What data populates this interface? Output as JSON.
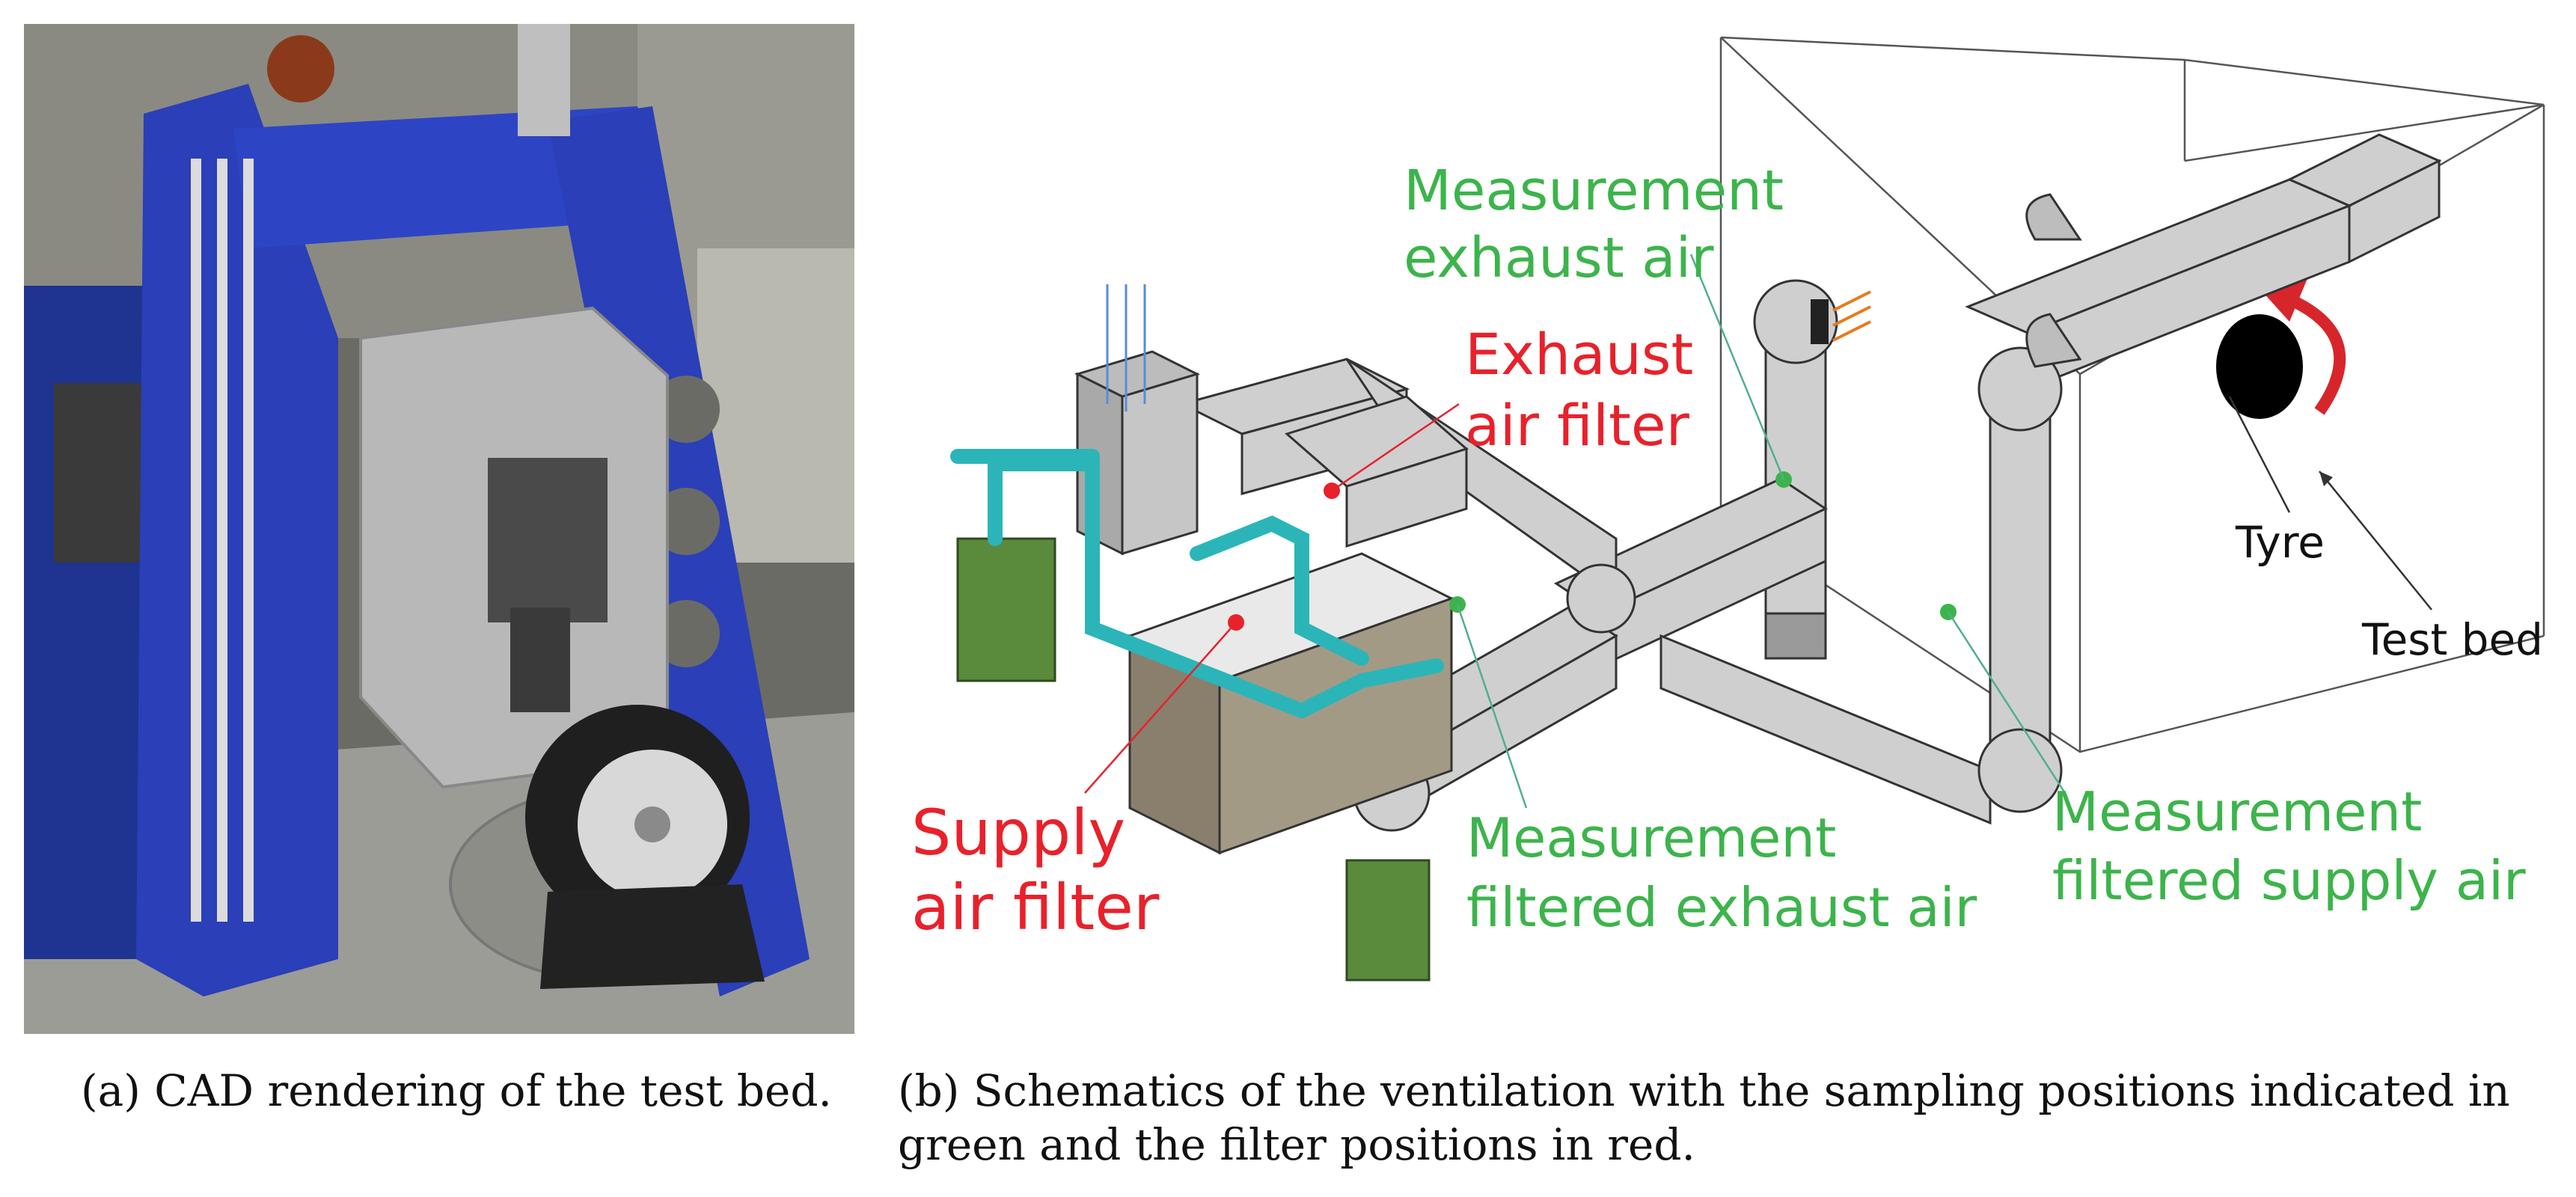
{
  "panel_a": {
    "caption": "(a)  CAD rendering of the test bed."
  },
  "panel_b": {
    "caption": "(b)  Schematics of the ventilation with the sampling positions indicated in green and the filter positions in red.",
    "labels": {
      "measurement_exhaust_line1": "Measurement",
      "measurement_exhaust_line2": "exhaust air",
      "exhaust_filter_line1": "Exhaust",
      "exhaust_filter_line2": "air filter",
      "tyre": "Tyre",
      "test_bed": "Test bed",
      "supply_filter_line1": "Supply",
      "supply_filter_line2": "air filter",
      "meas_filtered_exhaust_line1": "Measurement",
      "meas_filtered_exhaust_line2": "filtered exhaust air",
      "meas_filtered_supply_line1": "Measurement",
      "meas_filtered_supply_line2": "filtered supply air"
    }
  },
  "colors": {
    "sampling_green": "#3cb44b",
    "filter_red": "#e8212b",
    "frame_blue": "#2a3fb8",
    "duct_gray": "#c8c8c8",
    "pipe_teal": "#2bb5b8",
    "unit_green": "#5a8a3c"
  }
}
